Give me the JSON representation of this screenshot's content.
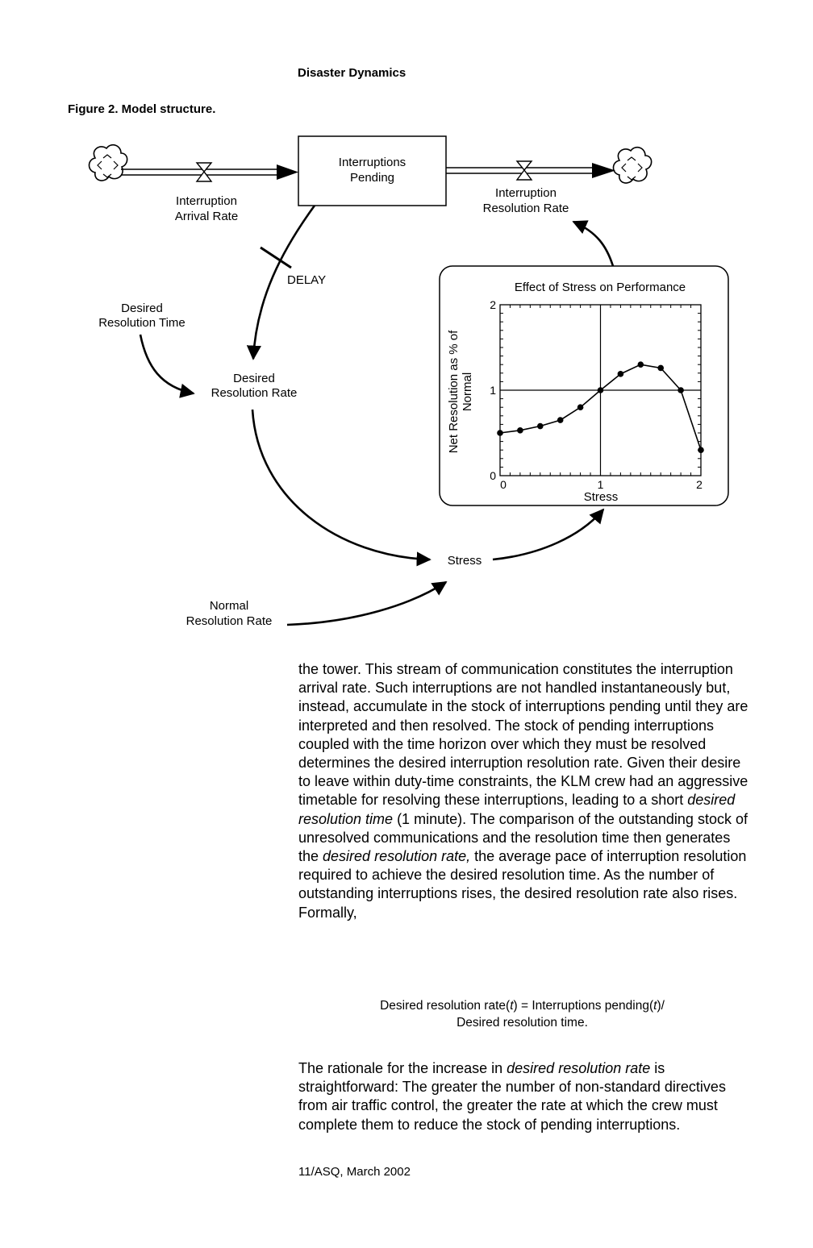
{
  "header": {
    "running_title": "Disaster Dynamics"
  },
  "figure": {
    "caption": "Figure 2. Model structure.",
    "stock": {
      "line1": "Interruptions",
      "line2": "Pending"
    },
    "inflow": {
      "line1": "Interruption",
      "line2": "Arrival Rate"
    },
    "outflow": {
      "line1": "Interruption",
      "line2": "Resolution Rate"
    },
    "delay_label": "DELAY",
    "desired_resolution_time": {
      "line1": "Desired",
      "line2": "Resolution Time"
    },
    "desired_resolution_rate": {
      "line1": "Desired",
      "line2": "Resolution Rate"
    },
    "stress": "Stress",
    "normal_resolution_rate": {
      "line1": "Normal",
      "line2": "Resolution Rate"
    }
  },
  "chart_data": {
    "type": "line",
    "title": "Effect of Stress on Performance",
    "xlabel": "Stress",
    "ylabel_line1": "Net Resolution as % of",
    "ylabel_line2": "Normal",
    "xlim": [
      0,
      2
    ],
    "ylim": [
      0,
      2
    ],
    "x_ticks": [
      "0",
      "1",
      "2"
    ],
    "y_ticks": [
      "0",
      "1",
      "2"
    ],
    "reference_lines": {
      "x": 1,
      "y": 1
    },
    "x": [
      0,
      0.2,
      0.4,
      0.6,
      0.8,
      1.0,
      1.2,
      1.4,
      1.6,
      1.8,
      2.0
    ],
    "y": [
      0.5,
      0.53,
      0.58,
      0.65,
      0.8,
      1.0,
      1.19,
      1.3,
      1.26,
      1.0,
      0.3
    ]
  },
  "body": {
    "p1_a": "the tower. This stream of communication constitutes the interruption arrival rate. Such interruptions are not handled instantaneously but, instead, accumulate in the stock of interruptions pending until they are interpreted and then resolved. The stock of pending interruptions coupled with the time horizon over which they must be resolved determines the desired interruption resolution rate. Given their desire to leave within duty-time constraints, the KLM crew had an aggressive timetable for resolving these interruptions, leading to a short ",
    "p1_em1": "desired resolution time",
    "p1_b": " (1 minute). The comparison of the outstanding stock of unresolved communications and the resolution time then generates the ",
    "p1_em2": "desired resolution rate,",
    "p1_c": " the average pace of interruption resolution required to achieve the desired resolution time. As the number of outstanding interruptions rises, the desired resolution rate also rises. Formally,",
    "equation_line1_a": "Desired resolution rate(",
    "equation_t1": "t",
    "equation_line1_b": ") = Interruptions pending(",
    "equation_t2": "t",
    "equation_line1_c": ")/",
    "equation_line2": "Desired resolution time.",
    "p2_a": "The rationale for the increase in ",
    "p2_em": "desired resolution rate",
    "p2_b": " is straightforward: The greater the number of non-standard directives from air traffic control, the greater the rate at which the crew must complete them to reduce the stock of pending interruptions."
  },
  "footer": {
    "text": "11/ASQ, March 2002"
  }
}
